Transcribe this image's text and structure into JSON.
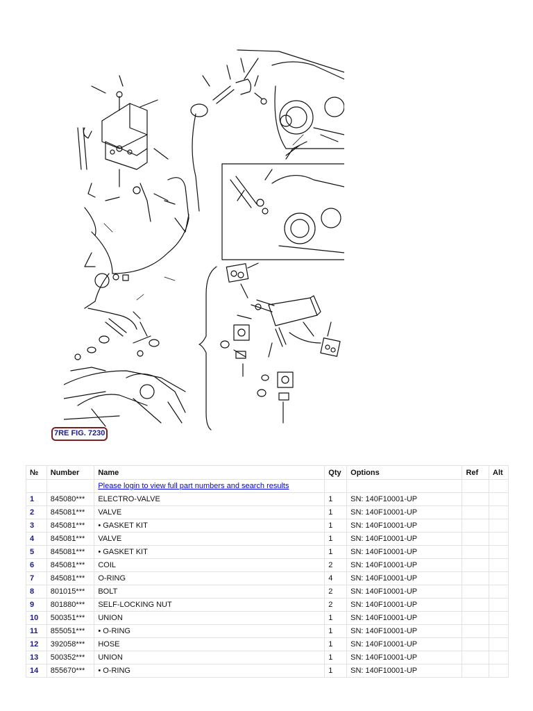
{
  "figure": {
    "link_label": "7RE FIG. 7230"
  },
  "table": {
    "headers": [
      "№",
      "Number",
      "Name",
      "Qty",
      "Options",
      "Ref",
      "Alt"
    ],
    "login_message": "Please login to view full part numbers and search results",
    "rows": [
      {
        "no": "1",
        "number": "845080***",
        "name": "ELECTRO-VALVE",
        "qty": "1",
        "options": "SN: 140F10001-UP"
      },
      {
        "no": "2",
        "number": "845081***",
        "name": "VALVE",
        "qty": "1",
        "options": "SN: 140F10001-UP"
      },
      {
        "no": "3",
        "number": "845081***",
        "name": "• GASKET KIT",
        "qty": "1",
        "options": "SN: 140F10001-UP"
      },
      {
        "no": "4",
        "number": "845081***",
        "name": "VALVE",
        "qty": "1",
        "options": "SN: 140F10001-UP"
      },
      {
        "no": "5",
        "number": "845081***",
        "name": "• GASKET KIT",
        "qty": "1",
        "options": "SN: 140F10001-UP"
      },
      {
        "no": "6",
        "number": "845081***",
        "name": "COIL",
        "qty": "2",
        "options": "SN: 140F10001-UP"
      },
      {
        "no": "7",
        "number": "845081***",
        "name": "O-RING",
        "qty": "4",
        "options": "SN: 140F10001-UP"
      },
      {
        "no": "8",
        "number": "801015***",
        "name": "BOLT",
        "qty": "2",
        "options": "SN: 140F10001-UP"
      },
      {
        "no": "9",
        "number": "801880***",
        "name": "SELF-LOCKING NUT",
        "qty": "2",
        "options": "SN: 140F10001-UP"
      },
      {
        "no": "10",
        "number": "500351***",
        "name": "UNION",
        "qty": "1",
        "options": "SN: 140F10001-UP"
      },
      {
        "no": "11",
        "number": "855051***",
        "name": "• O-RING",
        "qty": "1",
        "options": "SN: 140F10001-UP"
      },
      {
        "no": "12",
        "number": "392058***",
        "name": "HOSE",
        "qty": "1",
        "options": "SN: 140F10001-UP"
      },
      {
        "no": "13",
        "number": "500352***",
        "name": "UNION",
        "qty": "1",
        "options": "SN: 140F10001-UP"
      },
      {
        "no": "14",
        "number": "855670***",
        "name": "• O-RING",
        "qty": "1",
        "options": "SN: 140F10001-UP"
      }
    ]
  }
}
